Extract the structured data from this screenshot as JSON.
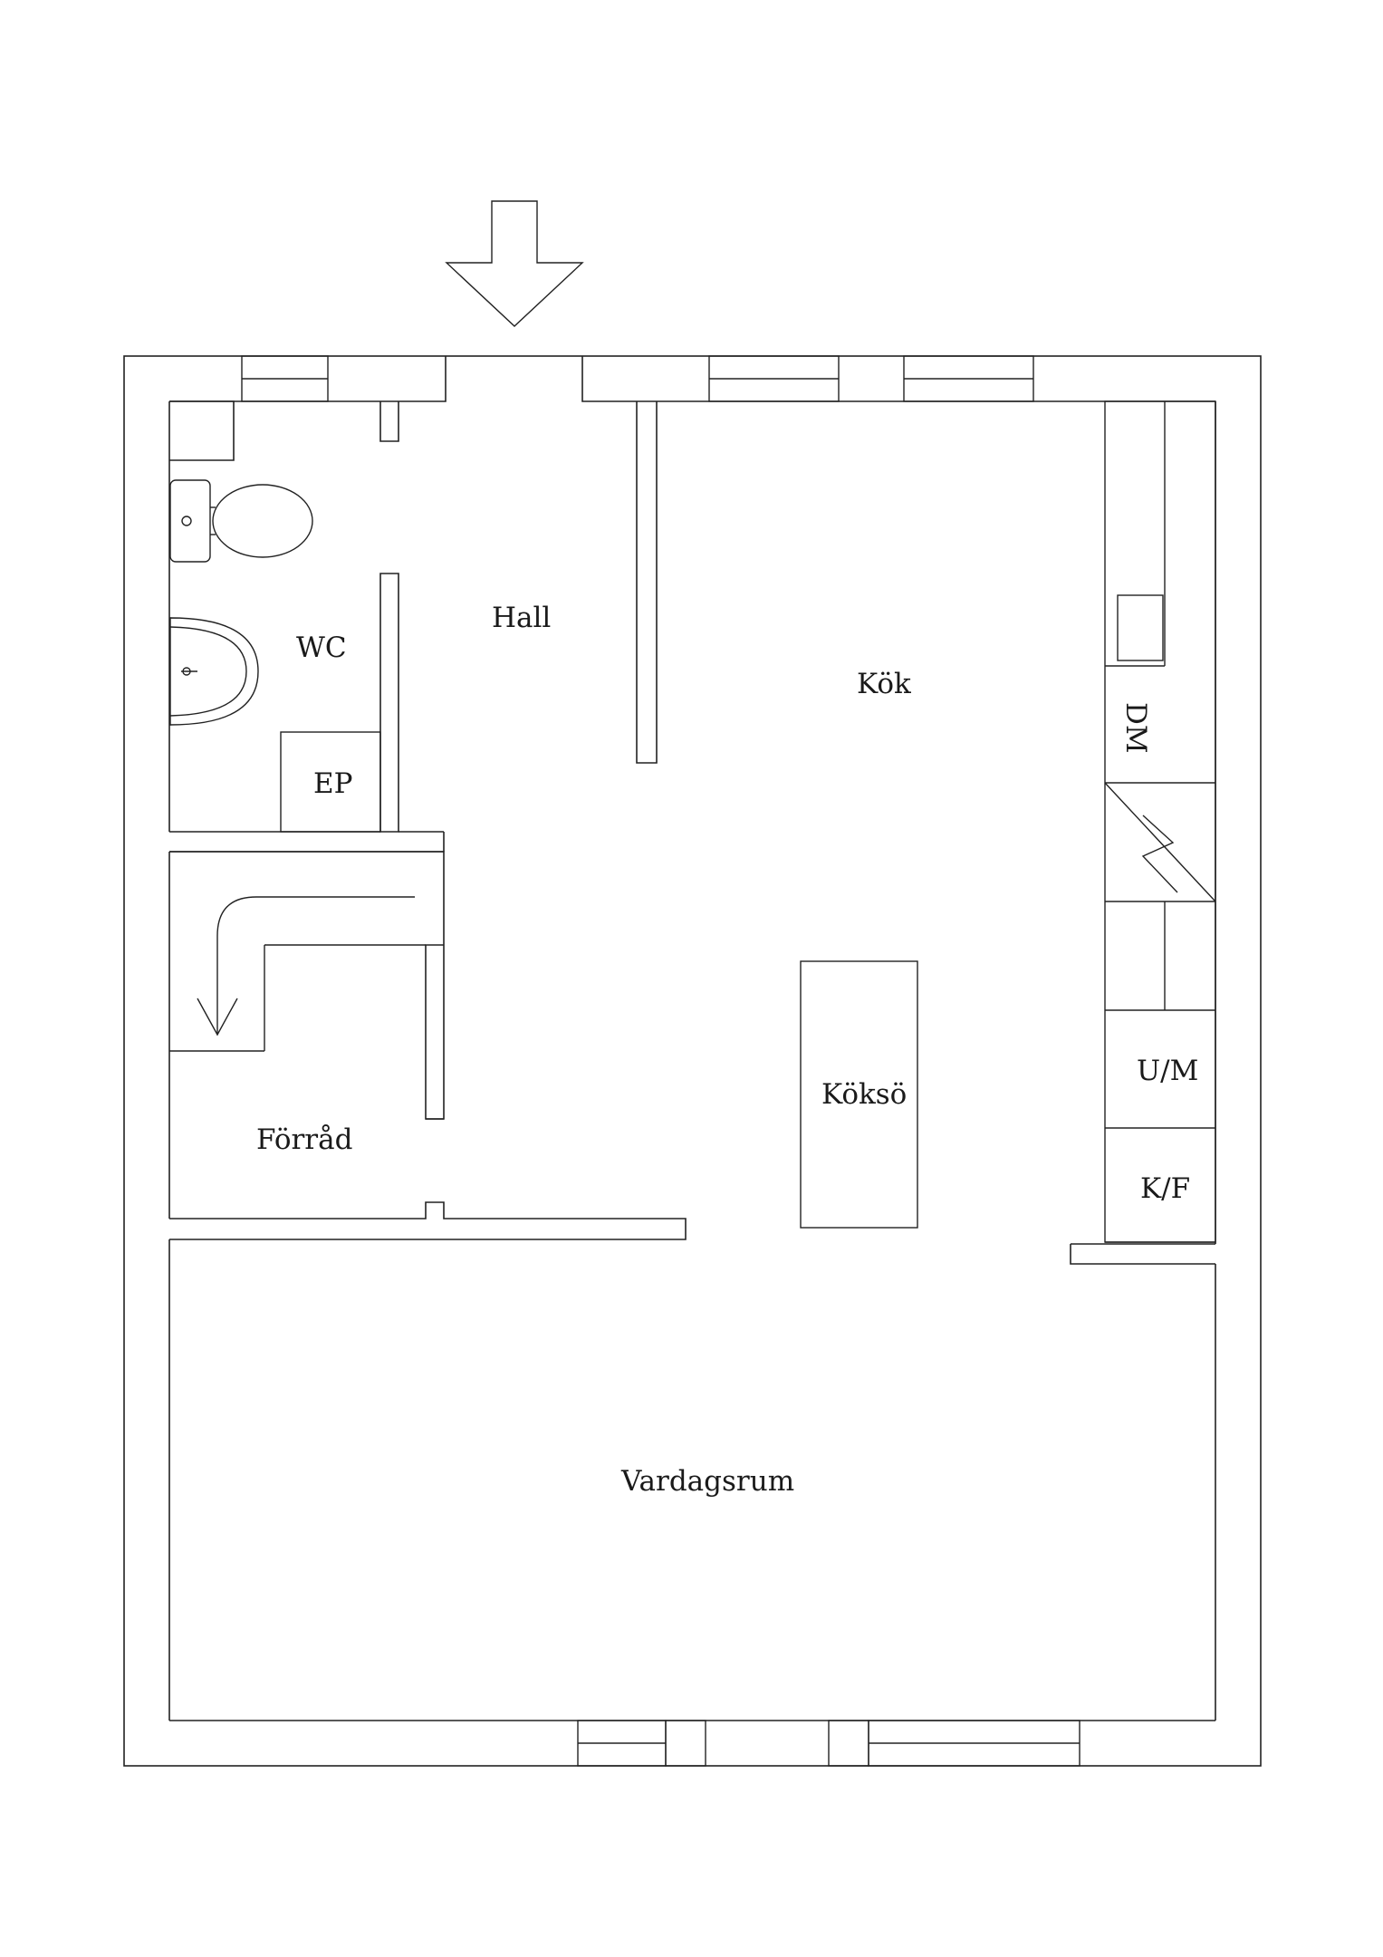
{
  "rooms": {
    "hall": "Hall",
    "wc": "WC",
    "ep": "EP",
    "kok": "Kök",
    "dm": "DM",
    "um": "U/M",
    "kf": "K/F",
    "koksö": "Köksö",
    "forrad": "Förråd",
    "vardagsrum": "Vardagsrum"
  },
  "colors": {
    "line": "#222222",
    "background": "#ffffff"
  },
  "icons": [
    "entrance-arrow-icon",
    "toilet-icon",
    "sink-icon",
    "stove-icon",
    "stair-arrow-icon"
  ]
}
